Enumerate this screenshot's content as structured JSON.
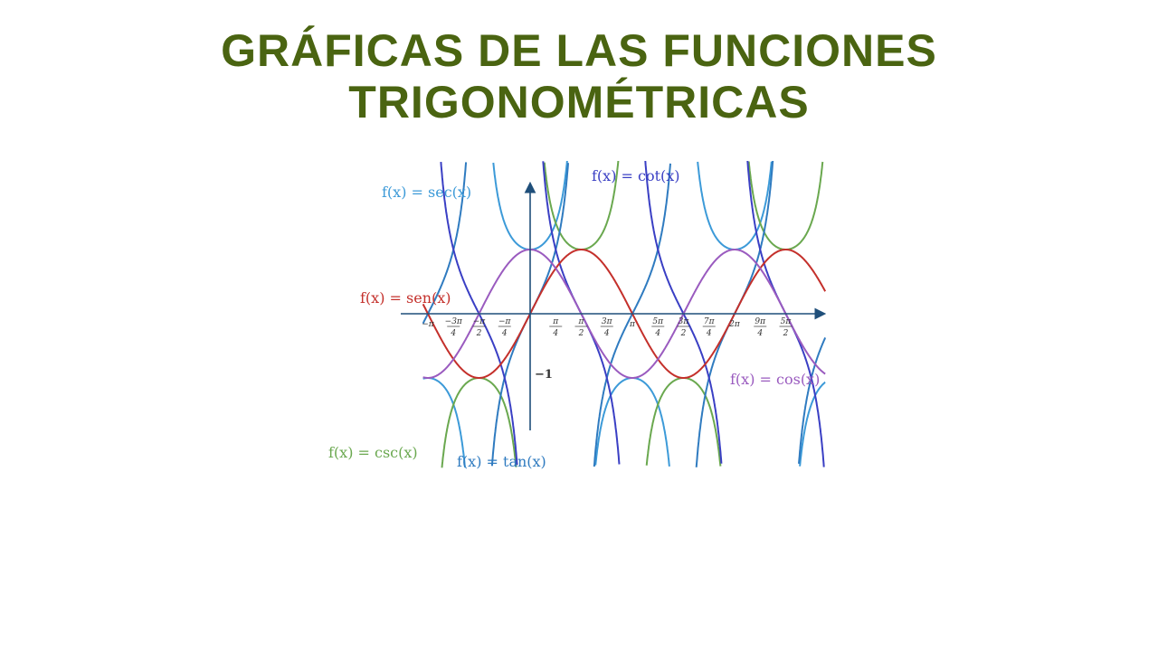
{
  "slide": {
    "title_line1": "GRÁFICAS DE LAS FUNCIONES",
    "title_line2": "TRIGONOMÉTRICAS",
    "title_color": "#4a6411"
  },
  "figure": {
    "labels": {
      "sec": "f(x) = sec(x)",
      "cot": "f(x) = cot(x)",
      "sen": "f(x) = sen(x)",
      "cos": "f(x) = cos(x)",
      "csc": "f(x) = csc(x)",
      "tan": "f(x) = tan(x)"
    },
    "y_tick": "−1",
    "x_ticks": [
      "−π",
      "−3π/4",
      "−π/2",
      "−π/4",
      "π/4",
      "π/2",
      "3π/4",
      "π",
      "5π/4",
      "3π/2",
      "7π/4",
      "2π",
      "9π/4",
      "5π/2"
    ],
    "colors": {
      "sec": "#3c9ad8",
      "cot": "#3a3fc4",
      "sen": "#c4302b",
      "cos": "#9a5bbf",
      "csc": "#6aa84f",
      "tan": "#2f7bc0",
      "axis": "#1f4f7a"
    }
  }
}
